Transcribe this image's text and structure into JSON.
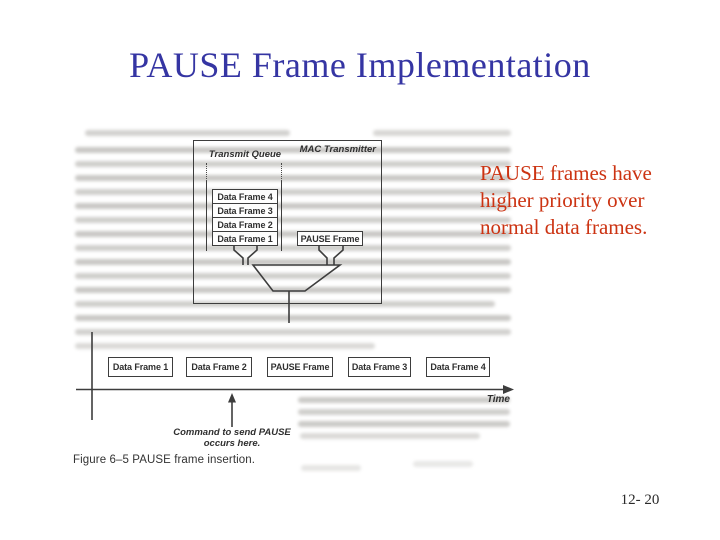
{
  "slide": {
    "title": "PAUSE Frame Implementation",
    "page_number": "12- 20"
  },
  "note": {
    "line1": "PAUSE frames have",
    "line2": "higher priority over",
    "line3": "normal data frames.",
    "color": "#cc3312"
  },
  "figure": {
    "mac_transmitter_label": "MAC Transmitter",
    "transmit_queue_label": "Transmit Queue",
    "queue_frames": [
      "Data Frame 4",
      "Data Frame 3",
      "Data Frame 2",
      "Data Frame 1"
    ],
    "pause_frame_label": "PAUSE Frame",
    "timeline_frames": [
      "Data Frame 1",
      "Data Frame 2",
      "PAUSE Frame",
      "Data Frame 3",
      "Data Frame 4"
    ],
    "time_label": "Time",
    "command_caption_line1": "Command to send PAUSE",
    "command_caption_line2": "occurs here.",
    "figure_caption": "Figure 6–5   PAUSE frame insertion."
  },
  "colors": {
    "title": "#3535a3",
    "diagram_line": "#3d3d3d"
  }
}
